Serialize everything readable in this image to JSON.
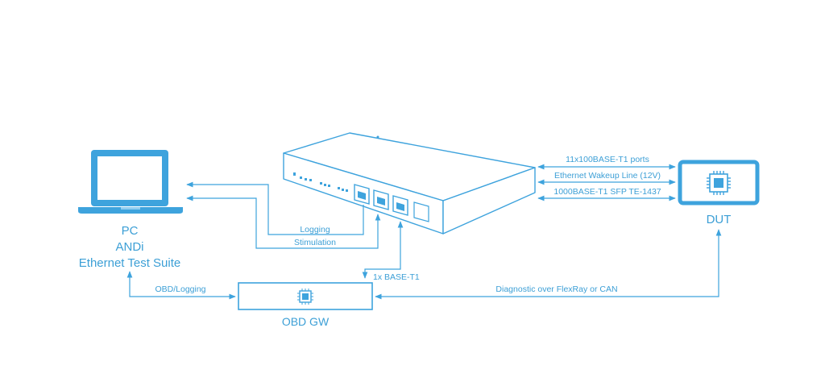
{
  "colors": {
    "accent": "#3ea3dd",
    "text": "#3c9fd6",
    "background": "#ffffff"
  },
  "nodes": {
    "pc": {
      "line1": "PC",
      "line2": "ANDi",
      "line3": "Ethernet Test Suite",
      "icon": "laptop-icon"
    },
    "dut": {
      "label": "DUT",
      "icon": "chip-icon"
    },
    "obd_gw": {
      "label": "OBD GW",
      "icon": "chip-icon"
    },
    "switch": {
      "icon": "ethernet-switch-device"
    }
  },
  "connections": {
    "logging": "Logging",
    "stimulation": "Stimulation",
    "base_t1_1x": "1x BASE-T1",
    "obd_logging": "OBD/Logging",
    "diagnostic": "Diagnostic over FlexRay or CAN",
    "ports_11x": "11x100BASE-T1 ports",
    "wakeup": "Ethernet Wakeup Line (12V)",
    "sfp": "1000BASE-T1 SFP TE-1437"
  }
}
